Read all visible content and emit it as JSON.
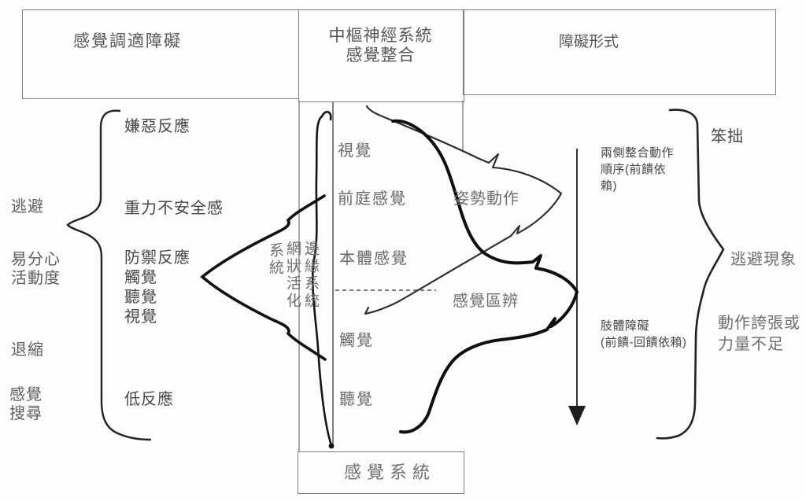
{
  "colors": {
    "background": "#fdfdfd",
    "box_border": "#7e7e7e",
    "ink_arrows": "#111111",
    "text_gray": "#5d5d5d"
  },
  "headers": {
    "left": "感覺調適障礙",
    "center_line1": "中樞神經系統",
    "center_line2": "感覺整合",
    "right": "障礙形式"
  },
  "sensory_systems_box": "感覺系統",
  "left_behaviors": {
    "escape": "逃避",
    "distractible": "易分心",
    "activity": "活動度",
    "withdrawal": "退縮",
    "seek_line1": "感覺",
    "seek_line2": "搜尋"
  },
  "modulation_items": {
    "aversive": "嫌惡反應",
    "gravity": "重力不安全感",
    "defensive": "防禦反應",
    "touch": "觸覺",
    "hearing": "聽覺",
    "vision": "視覺",
    "hypo": "低反應"
  },
  "cns": {
    "vision": "視覺",
    "vestibular": "前庭感覺",
    "proprioception": "本體感覺",
    "touch": "觸覺",
    "hearing": "聽覺",
    "reticular_col2": "系統",
    "reticular_col1": "網狀活化",
    "limbic": "邊緣系統"
  },
  "outputs": {
    "posture": "姿勢動作",
    "discrimination": "感覺區辨"
  },
  "disorder_forms": {
    "bilateral_line1": "兩側整合動作",
    "bilateral_line2": "順序(前饋依",
    "bilateral_line3": "賴)",
    "somato_line1": "肢體障礙",
    "somato_line2": "(前饋-回饋依賴)",
    "clumsy": "笨拙",
    "avoidance": "逃避現象",
    "exaggerated_line1": "動作誇張或",
    "exaggerated_line2": "力量不足"
  }
}
